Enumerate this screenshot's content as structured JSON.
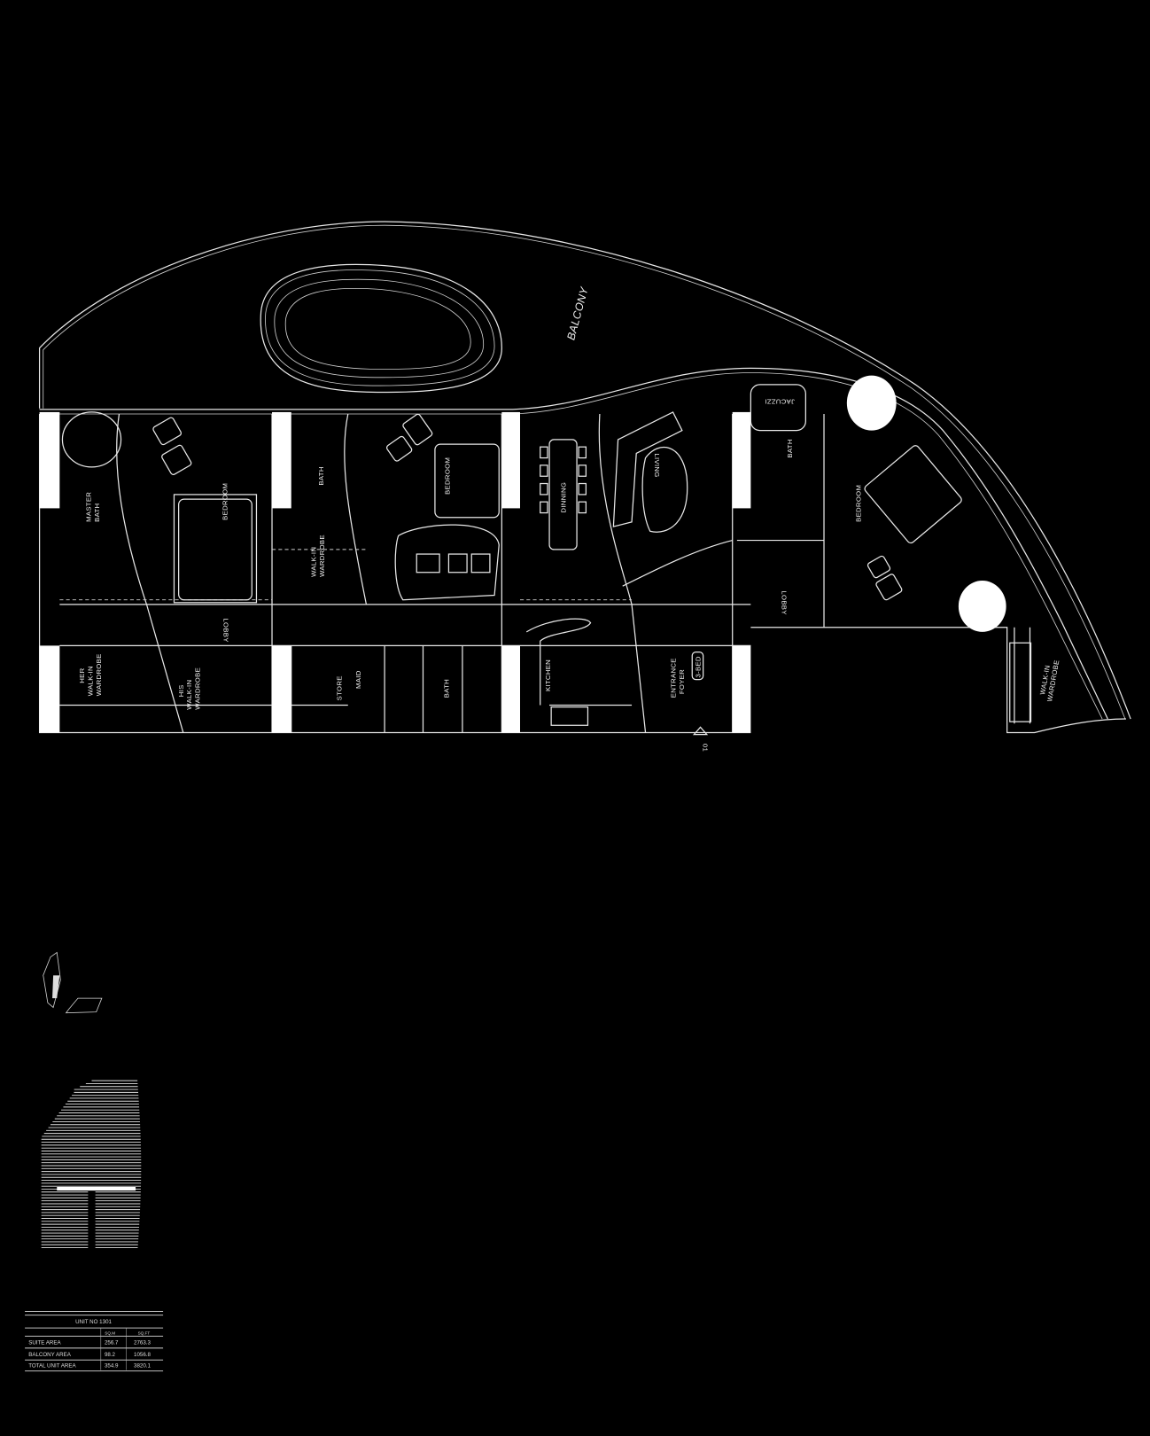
{
  "plan": {
    "balcony": "BALCONY",
    "rooms": {
      "master_bath": [
        "MASTER",
        "BATH"
      ],
      "bedroom_1": "BEDROOM",
      "bath_1": "BATH",
      "walkin_1": [
        "WALK-IN",
        "WARDROBE"
      ],
      "bedroom_2": "BEDROOM",
      "dining": "DINNING",
      "living": "LIVING",
      "jacuzzi": "JACUZZI",
      "bath_2": "BATH",
      "bedroom_3": "BEDROOM",
      "lobby_1": "LOBBY",
      "lobby_2": "LOBBY",
      "her_walkin": [
        "HER",
        "WALK-IN",
        "WARDROBE"
      ],
      "his_walkin": [
        "HIS",
        "WALK-IN",
        "WARDROBE"
      ],
      "store": "STORE",
      "maid": "MAID",
      "bath_3": "BATH",
      "kitchen": "KITCHEN",
      "entrance": [
        "ENTRANCE",
        "FOYER"
      ],
      "unit_type": "3-BED",
      "walkin_2": [
        "WALK-IN",
        "WARDROBE"
      ]
    },
    "entry_marker": "01"
  },
  "area_table": {
    "title": "UNIT NO 1301",
    "columns": [
      "SQ.M",
      "SQ.FT"
    ],
    "rows": [
      {
        "label": "SUITE AREA",
        "sqm": "256.7",
        "sqft": "2763.3"
      },
      {
        "label": "BALCONY AREA",
        "sqm": "98.2",
        "sqft": "1056.8"
      },
      {
        "label": "TOTAL UNIT AREA",
        "sqm": "354.9",
        "sqft": "3820.1"
      }
    ]
  },
  "colors": {
    "background": "#000000",
    "lines": "#e8e8e8"
  }
}
